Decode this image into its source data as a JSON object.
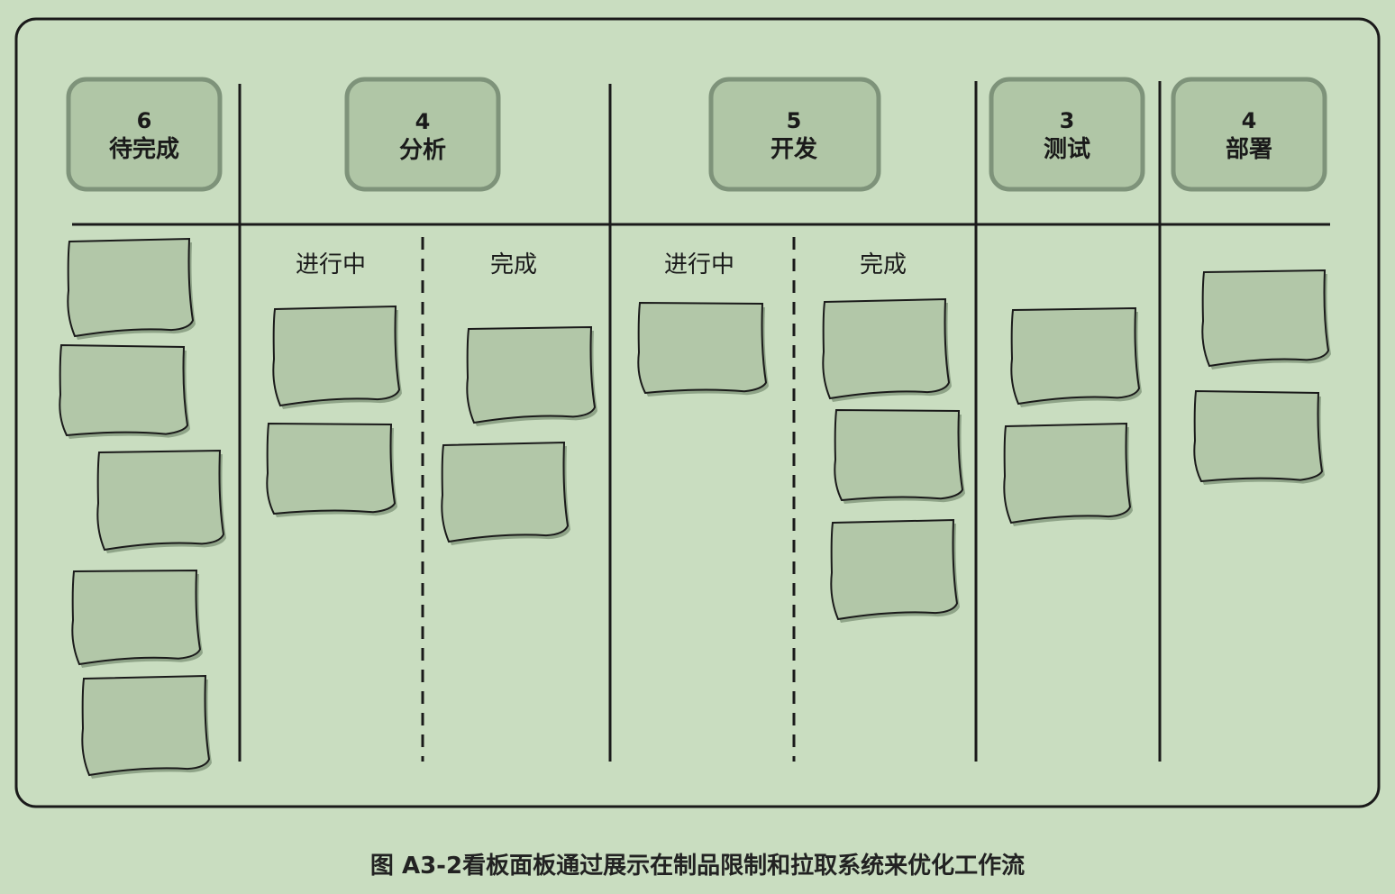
{
  "board": {
    "columns": [
      {
        "limit": "6",
        "name": "待完成"
      },
      {
        "limit": "4",
        "name": "分析"
      },
      {
        "limit": "5",
        "name": "开发"
      },
      {
        "limit": "3",
        "name": "测试"
      },
      {
        "limit": "4",
        "name": "部署"
      }
    ],
    "subcolumns": {
      "analysis_in_progress": "进行中",
      "analysis_done": "完成",
      "dev_in_progress": "进行中",
      "dev_done": "完成"
    },
    "card_counts": {
      "backlog": 5,
      "analysis_in_progress": 2,
      "analysis_done": 2,
      "dev_in_progress": 1,
      "dev_done": 3,
      "test": 2,
      "deploy": 2
    }
  },
  "colors": {
    "page_background": "#c9ddc0",
    "board_fill": "#c9ddc0",
    "header_box_fill": "#b0c6a6",
    "header_box_border": "#7e937a",
    "card_fill": "#b2c7a8",
    "card_shadow": "#8fa488",
    "line": "#1a1a1a"
  },
  "caption": "图 A3-2看板面板通过展示在制品限制和拉取系统来优化工作流"
}
